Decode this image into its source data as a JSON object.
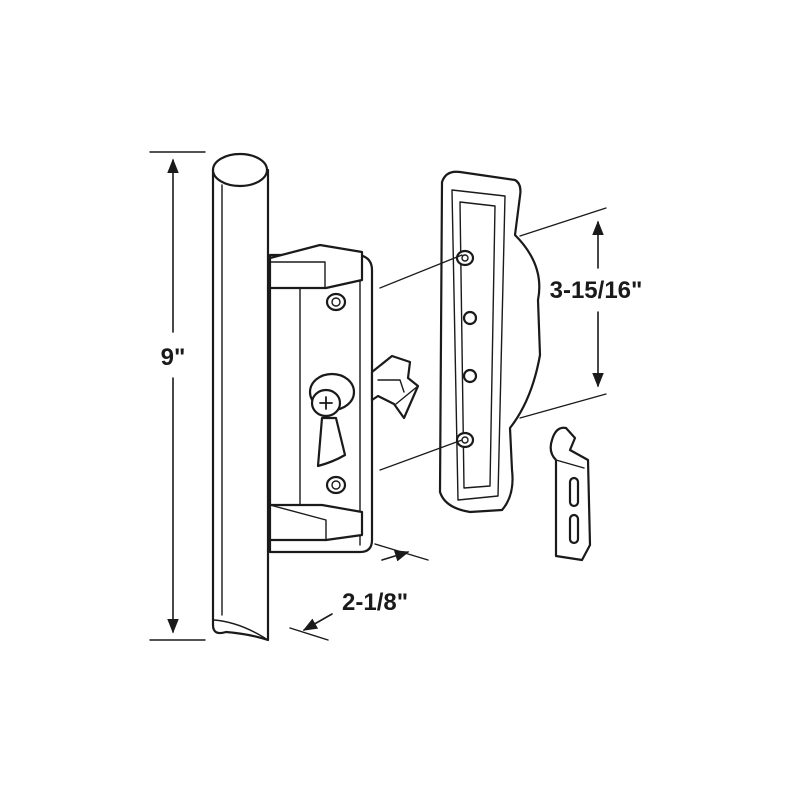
{
  "dimensions": {
    "height": "9\"",
    "hole_spacing": "3-15/16\"",
    "width": "2-1/8\""
  }
}
